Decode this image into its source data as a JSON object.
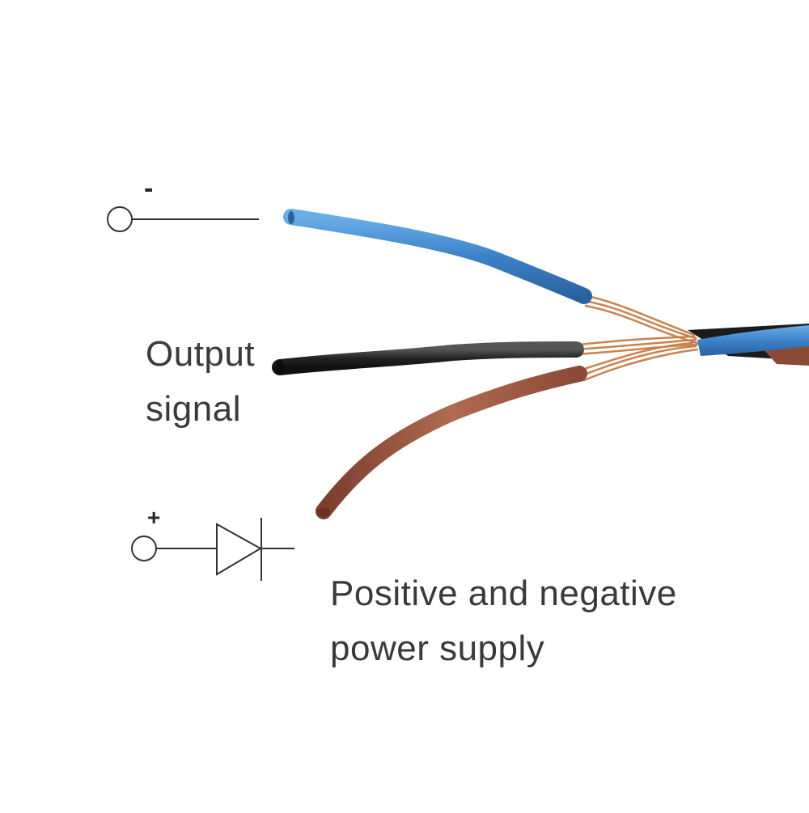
{
  "symbols": {
    "negative_sign": "-",
    "positive_sign": "+"
  },
  "labels": {
    "output_line1": "Output",
    "output_line2": "signal",
    "power_line1": "Positive and negative",
    "power_line2": "power supply"
  },
  "colors": {
    "blue_wire": "#3b82c9",
    "black_wire": "#232323",
    "brown_wire": "#a0573f",
    "copper": "#c9824f",
    "text": "#3a3a3a"
  },
  "icons": [
    "terminal-circle-icon",
    "diode-icon"
  ]
}
